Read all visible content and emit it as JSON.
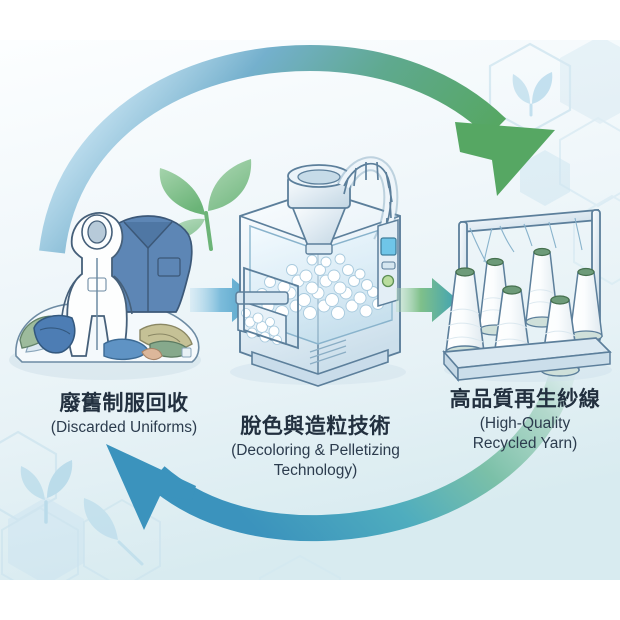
{
  "diagram": {
    "type": "circular-process-cycle",
    "title_visible": false,
    "background": {
      "top_color": "#ffffff",
      "body_color": "#eef5f8",
      "bottom_color": "#dfeef2",
      "motif": "hexagons-and-leaves"
    },
    "stages": [
      {
        "id": "uniforms",
        "label_cn": "廢舊制服回收",
        "label_en": "(Discarded Uniforms)",
        "illustration": "pile-of-discarded-uniforms",
        "illustration_detail": "white hazmat coverall in front of a blue work jacket atop a heap of folded blue, green and khaki garments"
      },
      {
        "id": "process",
        "label_cn": "脫色與造粒技術",
        "label_en_line1": "(Decoloring & Pelletizing",
        "label_en_line2": "Technology)",
        "illustration": "pelletizing-machine",
        "illustration_detail": "industrial machine with hopper funnel, flexible duct, transparent chamber full of white pellets, output chute and control panel"
      },
      {
        "id": "yarn",
        "label_cn": "高品質再生紗線",
        "label_en_line1": "(High-Quality",
        "label_en_line2": "Recycled Yarn)",
        "illustration": "yarn-cone-rack",
        "illustration_detail": "six white yarn cones with green caps on a metal creel rack"
      }
    ],
    "connectors": [
      {
        "id": "arrow-uniforms-to-process",
        "shape": "straight-right-arrow",
        "color_start": "#9fd3ea",
        "color_end": "#4a9dc4",
        "direction": "right"
      },
      {
        "id": "arrow-process-to-yarn",
        "shape": "straight-right-arrow",
        "color_start": "#7fc08a",
        "color_end": "#3fa2b4",
        "direction": "right"
      }
    ],
    "arcs": [
      {
        "id": "arc-top",
        "shape": "curved-arrow-clockwise",
        "color_start": "#bcdcec",
        "color_mid": "#6aa9c8",
        "color_end": "#57a863",
        "direction": "down-right",
        "position": "top"
      },
      {
        "id": "arc-bottom",
        "shape": "curved-arrow-clockwise",
        "color_start": "#8fc9a4",
        "color_mid": "#55b0c0",
        "color_end": "#3b93bd",
        "direction": "up-left",
        "position": "bottom"
      }
    ],
    "accent_colors": {
      "blue": "#3b93bd",
      "green": "#57a863",
      "teal": "#3fa2b4",
      "text": "#22303f"
    }
  }
}
